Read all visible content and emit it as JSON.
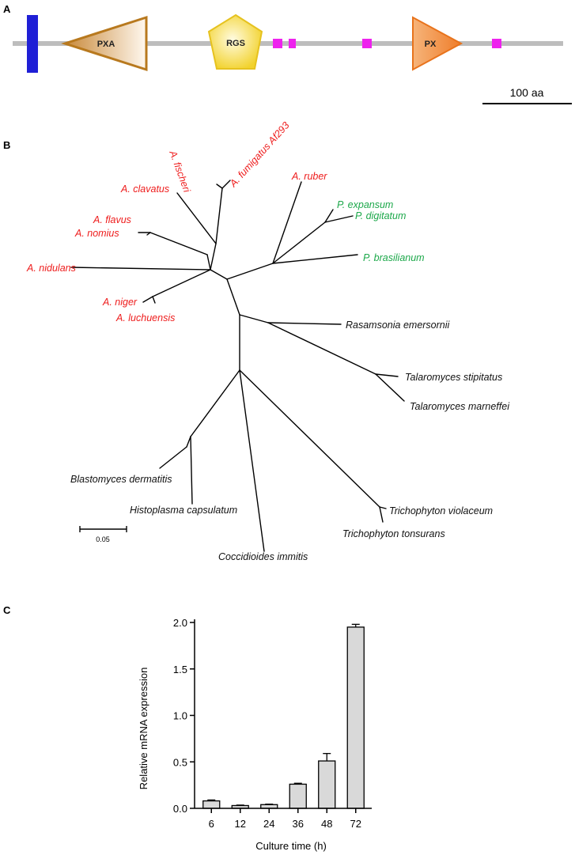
{
  "panels": {
    "a": {
      "letter": "A"
    },
    "b": {
      "letter": "B"
    },
    "c": {
      "letter": "C"
    }
  },
  "domain_map": {
    "domains": [
      {
        "name": "PXA",
        "icon": "triangle-left",
        "color": "#c8893a"
      },
      {
        "name": "RGS",
        "icon": "pentagon",
        "color": "#f2d22c"
      },
      {
        "name": "PX",
        "icon": "triangle-right",
        "color": "#ef7d2a"
      }
    ],
    "transmembrane_color": "#1f1fd6",
    "motif_color": "#ee22ee",
    "backbone_color": "#bdbdbd",
    "scale_label": "100 aa"
  },
  "tree": {
    "scale_label": "0.05",
    "colors": {
      "aspergillus": "#ee1c1c",
      "penicillium": "#1ca84a",
      "other": "#111111"
    },
    "taxa": {
      "fischeri": "A. fischeri",
      "fumigatus": "A. fumigatus Af293",
      "ruber": "A. ruber",
      "clavatus": "A. clavatus",
      "expansum": "P. expansum",
      "digitatum": "P. digitatum",
      "flavus": "A. flavus",
      "nomius": "A. nomius",
      "brasilianum": "P. brasilianum",
      "nidulans": "A. nidulans",
      "niger": "A. niger",
      "luchuensis": "A. luchuensis",
      "rasamsonia": "Rasamsonia  emersornii",
      "stipitatus": "Talaromyces  stipitatus",
      "marneffei": "Talaromyces  marneffei",
      "blastomyces": "Blastomyces  dermatitis",
      "histoplasma": "Histoplasma  capsulatum",
      "violaceum": "Trichophyton  violaceum",
      "tonsurans": "Trichophyton  tonsurans",
      "coccidioides": "Coccidioides  immitis"
    }
  },
  "chart_data": {
    "type": "bar",
    "categories": [
      "6",
      "12",
      "24",
      "36",
      "48",
      "72"
    ],
    "values": [
      0.08,
      0.03,
      0.04,
      0.26,
      0.51,
      1.95
    ],
    "errors": [
      0.01,
      0.005,
      0.005,
      0.01,
      0.08,
      0.03
    ],
    "xlabel": "Culture time (h)",
    "ylabel": "Relative  mRNA expression",
    "ylim": [
      0,
      2.0
    ],
    "yticks": [
      "0.0",
      "0.5",
      "1.0",
      "1.5",
      "2.0"
    ],
    "bar_color": "#d9d9d9"
  }
}
